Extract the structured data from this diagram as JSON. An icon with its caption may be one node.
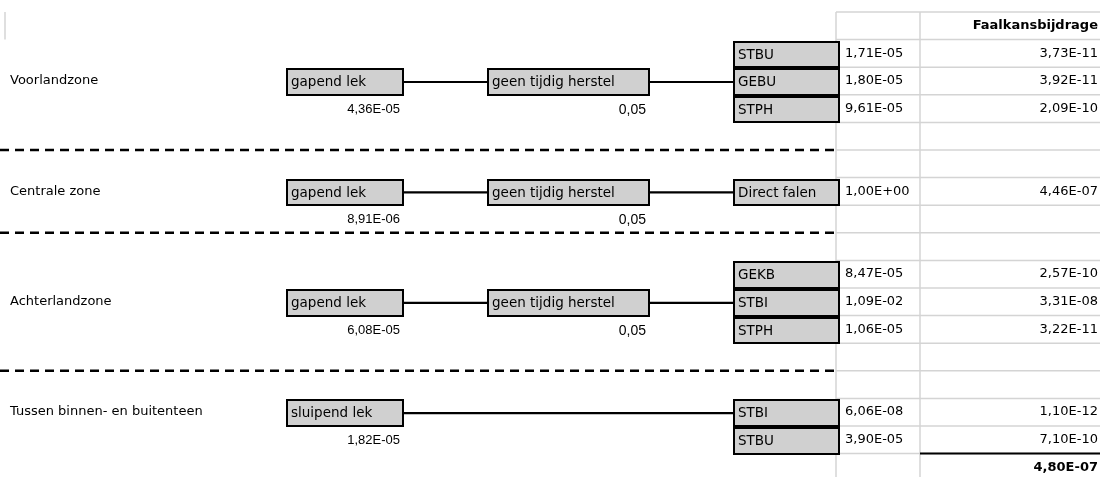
{
  "diagram": {
    "nodes": [
      {
        "text": [
          "gapend lek"
        ],
        "beside": [
          "4,36E-05"
        ]
      },
      {
        "text": [
          "geen tijdig herstel"
        ],
        "beside": [
          "0,05"
        ]
      },
      {
        "text": [
          "STBU"
        ]
      },
      {
        "text": [
          "GEBU"
        ]
      },
      {
        "text": [
          "STPH"
        ]
      },
      {
        "text": [
          "gapend lek"
        ],
        "beside": [
          "8,91E-06"
        ]
      },
      {
        "text": [
          "geen tijdig herstel"
        ],
        "beside": [
          "0,05"
        ]
      },
      {
        "text": [
          "Direct falen"
        ]
      },
      {
        "text": [
          "gapend lek"
        ],
        "beside": [
          "6,08E-05"
        ]
      },
      {
        "text": [
          "geen tijdig herstel"
        ],
        "beside": [
          "0,05"
        ]
      },
      {
        "text": [
          "GEKB"
        ]
      },
      {
        "text": [
          "STBI"
        ]
      },
      {
        "text": [
          "STPH"
        ]
      },
      {
        "text": [
          "sluipend lek"
        ],
        "beside": [
          "1,82E-05"
        ]
      },
      {
        "text": [
          "STBI"
        ]
      },
      {
        "text": [
          "STBU"
        ]
      }
    ],
    "edges": [
      {
        "from": 0,
        "to": 1,
        "arrow": "none"
      },
      {
        "from": 1,
        "to": 3,
        "arrow": "none"
      },
      {
        "from": 5,
        "to": 6,
        "arrow": "none"
      },
      {
        "from": 6,
        "to": 7,
        "arrow": "none"
      },
      {
        "from": 8,
        "to": 9,
        "arrow": "none"
      },
      {
        "from": 9,
        "to": 11,
        "arrow": "none"
      },
      {
        "from": 13,
        "to": 14,
        "arrow": "none"
      }
    ],
    "labels": [
      "Faalkansbijdrage",
      "1,71E-05",
      "3,73E-11",
      "Voorlandzone",
      "1,80E-05",
      "3,92E-11",
      "9,61E-05",
      "2,09E-10",
      "Centrale zone",
      "1,00E+00",
      "4,46E-07",
      "8,47E-05",
      "2,57E-10",
      "Achterlandzone",
      "1,09E-02",
      "3,31E-08",
      "1,06E-05",
      "3,22E-11",
      "Tussen binnen- en buitenteen",
      "6,06E-08",
      "1,10E-12",
      "3,90E-05",
      "7,10E-10",
      "4,80E-07"
    ]
  }
}
